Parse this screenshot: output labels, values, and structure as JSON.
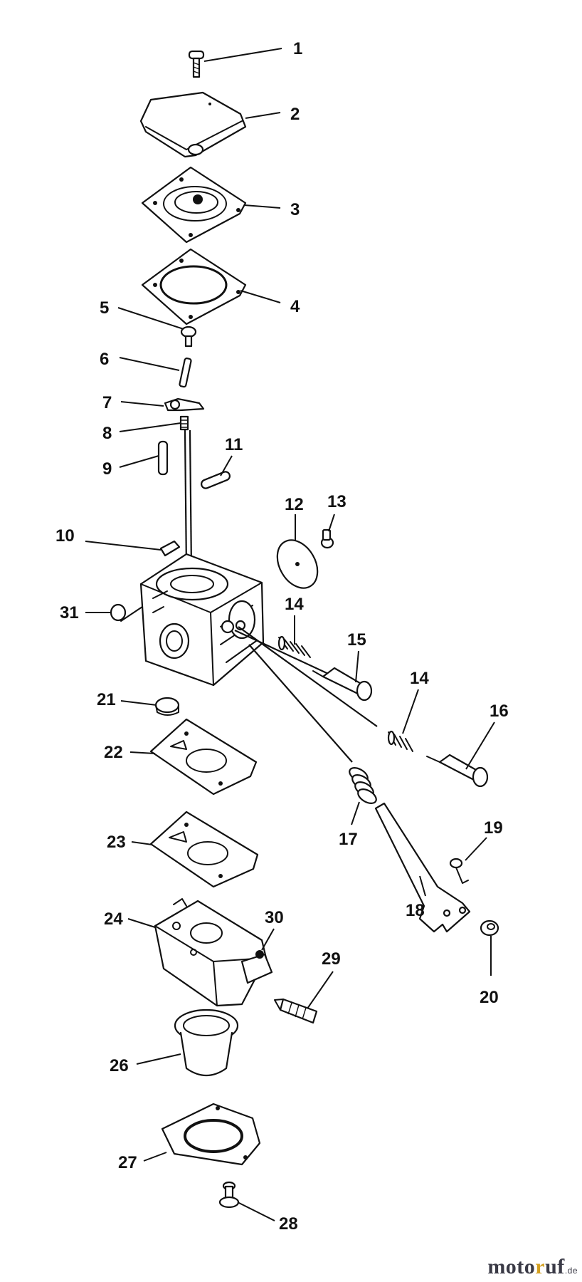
{
  "callouts": {
    "c1": "1",
    "c2": "2",
    "c3": "3",
    "c4": "4",
    "c5": "5",
    "c6": "6",
    "c7": "7",
    "c8": "8",
    "c9": "9",
    "c10": "10",
    "c11": "11",
    "c12": "12",
    "c13": "13",
    "c14a": "14",
    "c14b": "14",
    "c15": "15",
    "c16": "16",
    "c17": "17",
    "c18": "18",
    "c19": "19",
    "c20": "20",
    "c21": "21",
    "c22": "22",
    "c23": "23",
    "c24": "24",
    "c26": "26",
    "c27": "27",
    "c28": "28",
    "c29": "29",
    "c30": "30",
    "c31": "31"
  },
  "watermark": {
    "brand_main_1": "moto",
    "brand_accent": "r",
    "brand_main_2": "uf",
    "tld": ".de"
  },
  "colors": {
    "line": "#111111",
    "background": "#ffffff",
    "watermark_text": "#3a3a46",
    "watermark_accent": "#d4a020"
  }
}
